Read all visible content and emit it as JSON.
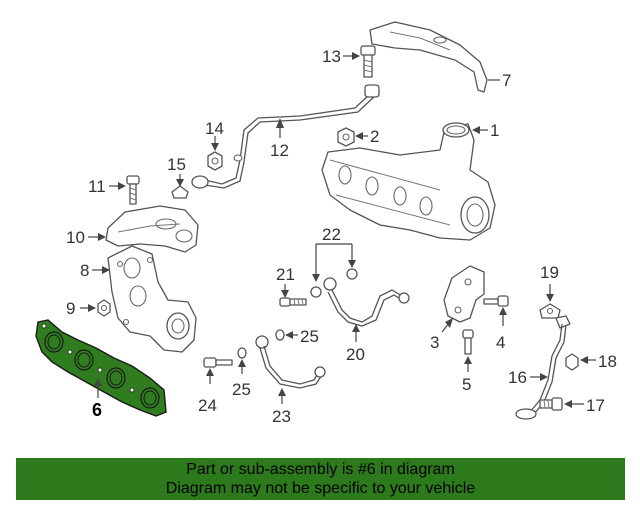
{
  "diagram": {
    "callouts": {
      "c1": "1",
      "c2": "2",
      "c3": "3",
      "c4": "4",
      "c5": "5",
      "c6": "6",
      "c7": "7",
      "c8": "8",
      "c9": "9",
      "c10": "10",
      "c11": "11",
      "c12": "12",
      "c13": "13",
      "c14": "14",
      "c15": "15",
      "c16": "16",
      "c17": "17",
      "c18": "18",
      "c19": "19",
      "c20": "20",
      "c21": "21",
      "c22": "22",
      "c23": "23",
      "c24": "24",
      "c25a": "25",
      "c25b": "25"
    },
    "highlighted_part": "6",
    "highlight_color": "#2f7d1e"
  },
  "banner": {
    "line1": "Part or sub-assembly is #6 in diagram",
    "line2": "Diagram may not be specific to your vehicle",
    "background": "#2c7a1c"
  }
}
